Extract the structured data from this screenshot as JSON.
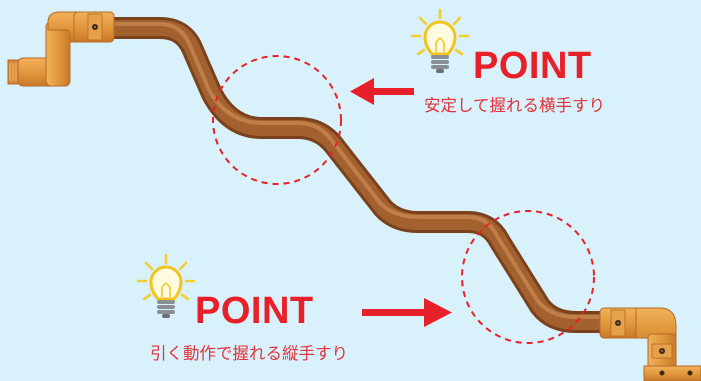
{
  "points": [
    {
      "label": "POINT",
      "caption": "安定して握れる横手すり"
    },
    {
      "label": "POINT",
      "caption": "引く動作で握れる縦手すり"
    }
  ],
  "colors": {
    "background": "#d9f1fb",
    "accent_red": "#e8202a",
    "caption_red": "#e1333b",
    "rail_brown": "#9a5a2e",
    "fitting_orange": "#e09a3e",
    "bulb_yellow": "#f4d43c"
  },
  "icons": [
    "lightbulb-icon",
    "arrow-left-icon",
    "arrow-right-icon"
  ]
}
